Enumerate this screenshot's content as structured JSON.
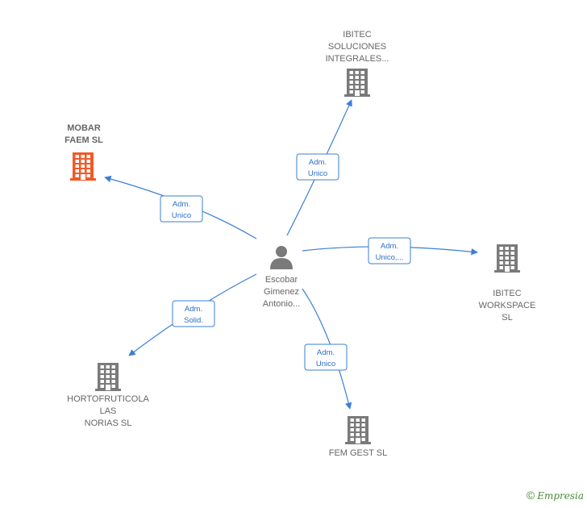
{
  "colors": {
    "company": "#7a7a7a",
    "highlight": "#f05a28",
    "person": "#7a7a7a",
    "edge": "#3a7fd5"
  },
  "person": {
    "label": [
      "Escobar",
      "Gimenez",
      "Antonio..."
    ],
    "icon": "person-icon"
  },
  "companies": [
    {
      "id": "ibitec-soluciones",
      "label": [
        "IBITEC",
        "SOLUCIONES",
        "INTEGRALES..."
      ],
      "highlight": false,
      "icon": "building-icon"
    },
    {
      "id": "mobar-faem",
      "label": [
        "MOBAR",
        "FAEM  SL"
      ],
      "highlight": true,
      "icon": "building-icon"
    },
    {
      "id": "ibitec-workspace",
      "label": [
        "IBITEC",
        "WORKSPACE",
        "SL"
      ],
      "highlight": false,
      "icon": "building-icon"
    },
    {
      "id": "hortofruticola",
      "label": [
        "HORTOFRUTICOLA",
        "LAS",
        "NORIAS SL"
      ],
      "highlight": false,
      "icon": "building-icon"
    },
    {
      "id": "fem-gest",
      "label": [
        "FEM GEST  SL"
      ],
      "highlight": false,
      "icon": "building-icon"
    }
  ],
  "relations": [
    {
      "to": "ibitec-soluciones",
      "label": [
        "Adm.",
        "Unico"
      ]
    },
    {
      "to": "mobar-faem",
      "label": [
        "Adm.",
        "Unico"
      ]
    },
    {
      "to": "ibitec-workspace",
      "label": [
        "Adm.",
        "Unico,..."
      ]
    },
    {
      "to": "hortofruticola",
      "label": [
        "Adm.",
        "Solid."
      ]
    },
    {
      "to": "fem-gest",
      "label": [
        "Adm.",
        "Unico"
      ]
    }
  ],
  "footer": {
    "copyright_symbol": "©",
    "brand": "Empresia"
  }
}
